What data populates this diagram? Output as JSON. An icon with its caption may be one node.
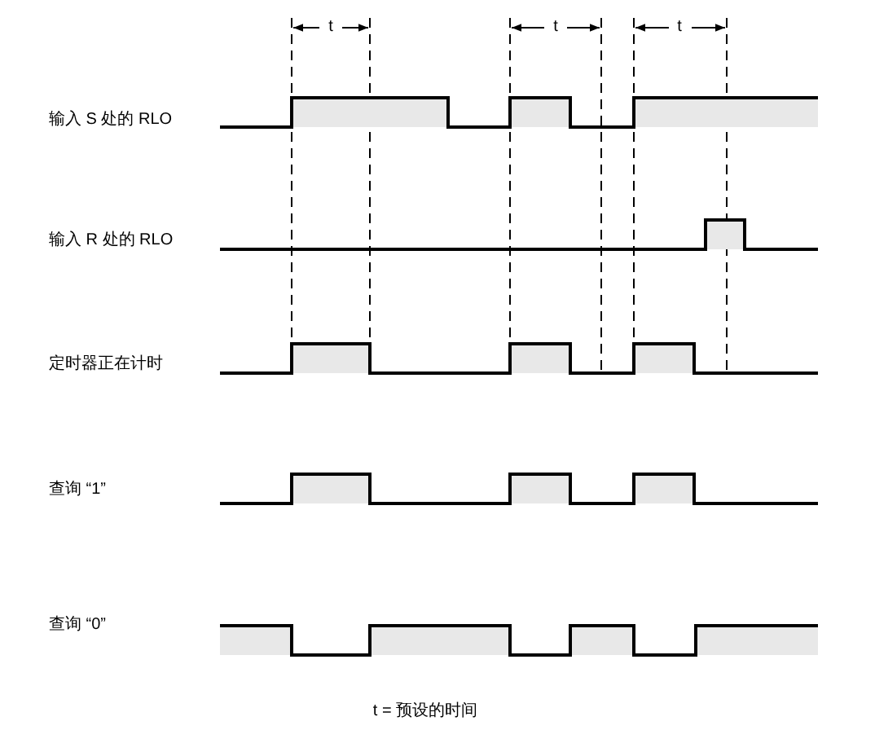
{
  "diagram": {
    "labels": [
      "t",
      "t",
      "t",
      "输入 S 处的 RLO",
      "输入 R 处的 RLO",
      "定时器正在计时",
      "查询 “1”",
      "查询 “0”",
      "t = 预设的时间"
    ]
  }
}
